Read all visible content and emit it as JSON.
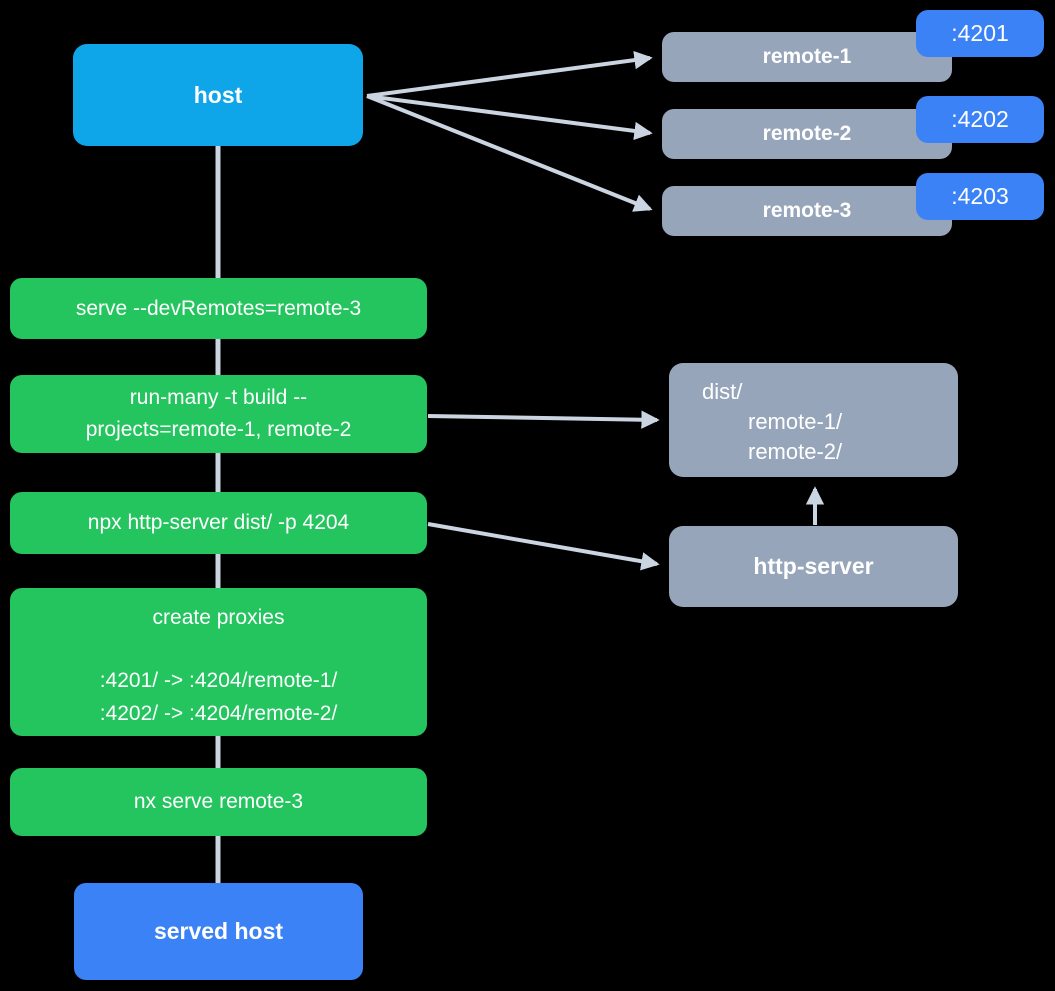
{
  "diagram": {
    "title_hint": "nx module federation serve flow",
    "host": {
      "label": "host"
    },
    "remotes": [
      {
        "label": "remote-1",
        "port": ":4201"
      },
      {
        "label": "remote-2",
        "port": ":4202"
      },
      {
        "label": "remote-3",
        "port": ":4203"
      }
    ],
    "commands": {
      "serve": {
        "label": "serve --devRemotes=remote-3"
      },
      "run_many": {
        "line1": "run-many -t build --",
        "line2": "projects=remote-1, remote-2"
      },
      "http_server_cmd": {
        "label": "npx http-server dist/ -p 4204"
      },
      "proxies": {
        "title": "create proxies",
        "line1": ":4201/ -> :4204/remote-1/",
        "line2": ":4202/ -> :4204/remote-2/"
      },
      "serve_remote3": {
        "label": "nx serve remote-3"
      }
    },
    "dist": {
      "line1": "dist/",
      "line2": "remote-1/",
      "line3": "remote-2/"
    },
    "http_server": {
      "label": "http-server"
    },
    "served_host": {
      "label": "served host"
    },
    "colors": {
      "background": "#000000",
      "host": "#0ea5e9",
      "command_green": "#24c45f",
      "slate_box": "#97a5ba",
      "port_blue": "#3b82f6",
      "connector": "#cbd5e1",
      "text": "#ffffff"
    }
  }
}
